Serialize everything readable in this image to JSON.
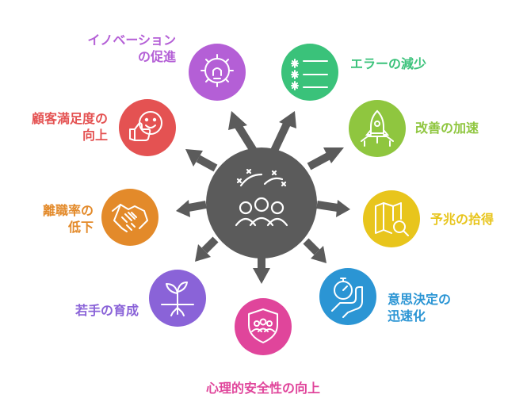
{
  "colors": {
    "center": "#5b5b5b",
    "innovation": "#b45fd6",
    "errors": "#3ac27a",
    "improvement": "#8fc63f",
    "foresight": "#e8c51c",
    "decision": "#2b95d4",
    "safety": "#e0459b",
    "nurture": "#8a63d8",
    "turnover": "#e38a2a",
    "satisfaction": "#e45252"
  },
  "icons": {
    "center": "team-celebration-icon",
    "innovation": "lightbulb-gear-icon",
    "errors": "checklist-icon",
    "improvement": "rocket-launch-icon",
    "foresight": "map-search-icon",
    "decision": "hand-stopwatch-icon",
    "safety": "shield-people-icon",
    "nurture": "sprout-icon",
    "turnover": "handshake-icon",
    "satisfaction": "thumbs-up-smile-icon"
  },
  "labels": {
    "innovation": [
      "イノベーション",
      "の促進"
    ],
    "errors": [
      "エラーの減少"
    ],
    "improvement": [
      "改善の加速"
    ],
    "foresight": [
      "予兆の拾得"
    ],
    "decision": [
      "意思決定の",
      "迅速化"
    ],
    "safety": [
      "心理的安全性の向上"
    ],
    "nurture": [
      "若手の育成"
    ],
    "turnover": [
      "離職率の",
      "低下"
    ],
    "satisfaction": [
      "顧客満足度の",
      "向上"
    ]
  }
}
